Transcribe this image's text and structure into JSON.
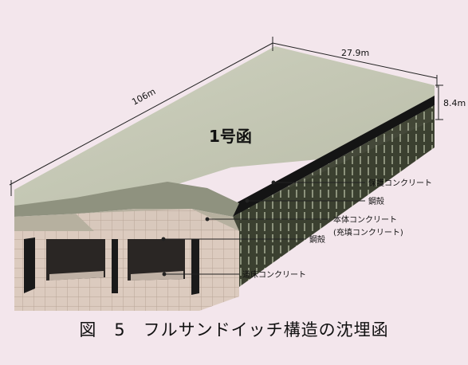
{
  "diagram": {
    "dimensions": {
      "length": "106m",
      "width": "27.9m",
      "height": "8.4m"
    },
    "unit_name": "1号函",
    "callouts": [
      {
        "label": "保護コンクリート"
      },
      {
        "label": "鋼殻"
      },
      {
        "label": "本体コンクリート"
      },
      {
        "label": "(充填コンクリート)"
      },
      {
        "label": "鋼殻"
      },
      {
        "label": "道床コンクリート"
      }
    ],
    "caption": "図　5　フルサンドイッチ構造の沈埋函"
  },
  "colors": {
    "background": "#f3e6ec",
    "top_surface": "#c3c6b3",
    "side_dark": "#3d4231",
    "concrete_cutaway": "#d9c9bd",
    "steel_shell": "#1d1d1d"
  }
}
